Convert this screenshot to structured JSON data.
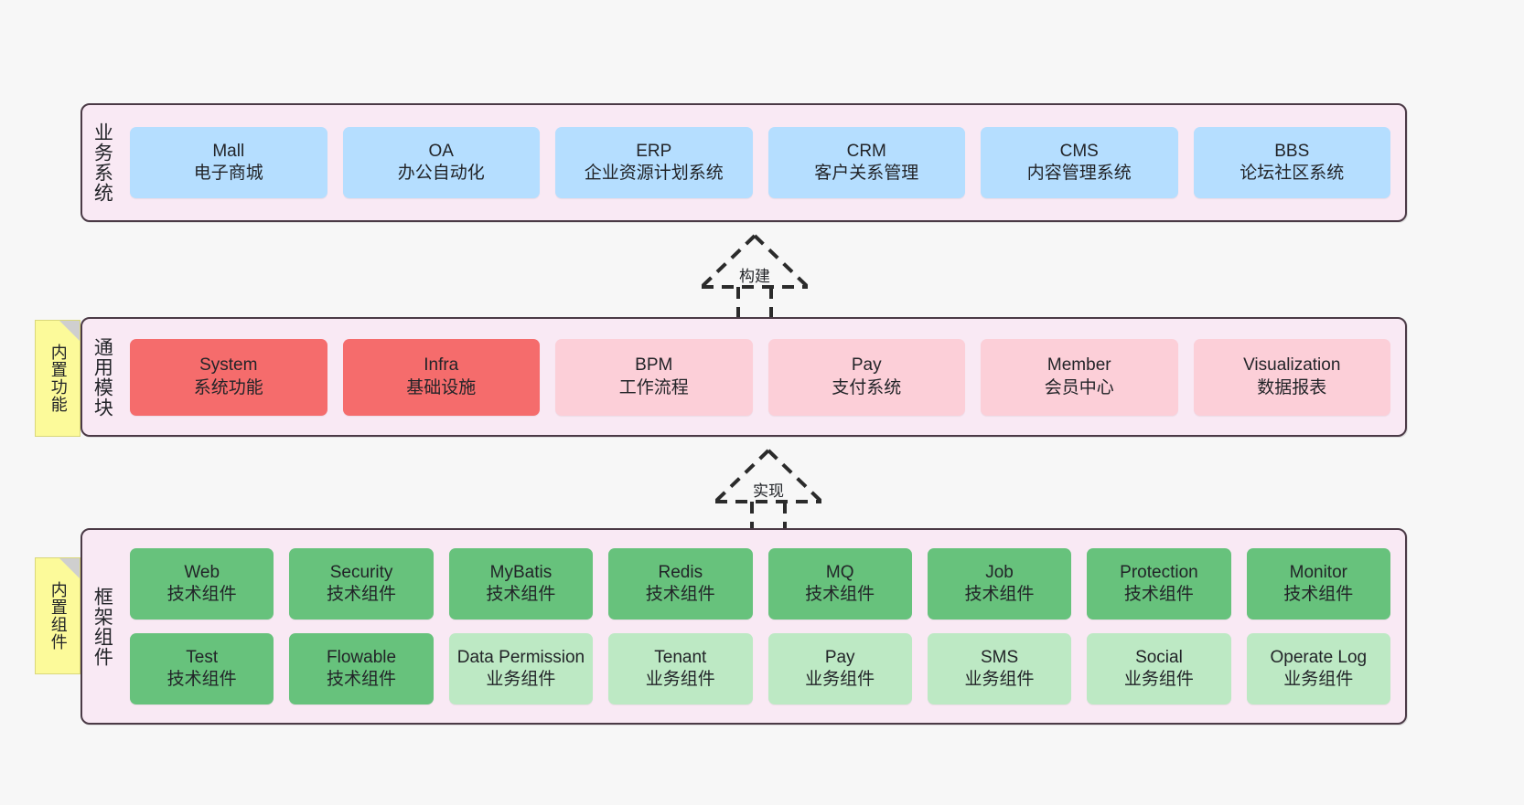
{
  "diagram": {
    "background": "#f7f7f7",
    "layers": [
      {
        "id": "business",
        "title": "业务系统",
        "nodes": [
          {
            "en": "Mall",
            "cn": "电子商城"
          },
          {
            "en": "OA",
            "cn": "办公自动化"
          },
          {
            "en": "ERP",
            "cn": "企业资源计划系统"
          },
          {
            "en": "CRM",
            "cn": "客户关系管理"
          },
          {
            "en": "CMS",
            "cn": "内容管理系统"
          },
          {
            "en": "BBS",
            "cn": "论坛社区系统"
          }
        ]
      },
      {
        "id": "modules",
        "title": "通用模块",
        "sticky": "内置功能",
        "nodes": [
          {
            "en": "System",
            "cn": "系统功能"
          },
          {
            "en": "Infra",
            "cn": "基础设施"
          },
          {
            "en": "BPM",
            "cn": "工作流程"
          },
          {
            "en": "Pay",
            "cn": "支付系统"
          },
          {
            "en": "Member",
            "cn": "会员中心"
          },
          {
            "en": "Visualization",
            "cn": "数据报表"
          }
        ]
      },
      {
        "id": "framework",
        "title": "框架组件",
        "sticky": "内置组件",
        "row1": [
          {
            "en": "Web",
            "cn": "技术组件"
          },
          {
            "en": "Security",
            "cn": "技术组件"
          },
          {
            "en": "MyBatis",
            "cn": "技术组件"
          },
          {
            "en": "Redis",
            "cn": "技术组件"
          },
          {
            "en": "MQ",
            "cn": "技术组件"
          },
          {
            "en": "Job",
            "cn": "技术组件"
          },
          {
            "en": "Protection",
            "cn": "技术组件"
          },
          {
            "en": "Monitor",
            "cn": "技术组件"
          }
        ],
        "row2": [
          {
            "en": "Test",
            "cn": "技术组件"
          },
          {
            "en": "Flowable",
            "cn": "技术组件"
          },
          {
            "en": "Data Permission",
            "cn": "业务组件"
          },
          {
            "en": "Tenant",
            "cn": "业务组件"
          },
          {
            "en": "Pay",
            "cn": "业务组件"
          },
          {
            "en": "SMS",
            "cn": "业务组件"
          },
          {
            "en": "Social",
            "cn": "业务组件"
          },
          {
            "en": "Operate Log",
            "cn": "业务组件"
          }
        ]
      }
    ],
    "connectors": [
      {
        "id": "build",
        "label": "构建"
      },
      {
        "id": "implement",
        "label": "实现"
      }
    ],
    "colors": {
      "business_node": "#b5deff",
      "module_active": "#f56c6c",
      "module_plain": "#fccfd8",
      "tech_component": "#67c27c",
      "business_component": "#bde9c4",
      "layer_fill": "#f9e9f4",
      "layer_border": "#4b3a46",
      "sticky_note": "#fcfa9a"
    }
  }
}
